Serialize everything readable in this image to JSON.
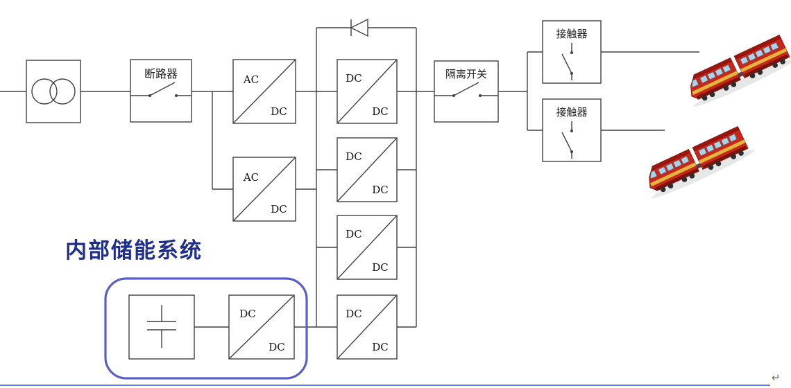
{
  "title": {
    "text": "内部储能系统"
  },
  "components": {
    "breaker": {
      "label": "断路器"
    },
    "isolator": {
      "label": "隔离开关"
    },
    "contactor_top": {
      "label": "接触器"
    },
    "contactor_bottom": {
      "label": "接触器"
    },
    "acdc1": {
      "top": "AC",
      "bottom": "DC"
    },
    "acdc2": {
      "top": "AC",
      "bottom": "DC"
    },
    "dcdc1": {
      "top": "DC",
      "bottom": "DC"
    },
    "dcdc2": {
      "top": "DC",
      "bottom": "DC"
    },
    "dcdc3": {
      "top": "DC",
      "bottom": "DC"
    },
    "dcdc4": {
      "top": "DC",
      "bottom": "DC"
    },
    "storage_dcdc": {
      "top": "DC",
      "bottom": "DC"
    }
  },
  "colors": {
    "line": "#404040",
    "storage_outline": "#5a5ec8",
    "title": "#1f2d8c",
    "train_body": "#c5271d",
    "train_stripe": "#e6b63c",
    "train_window": "#a9d3e8",
    "bottom_rule": "#4a73d6"
  },
  "footer": {
    "return_mark": "↵"
  }
}
